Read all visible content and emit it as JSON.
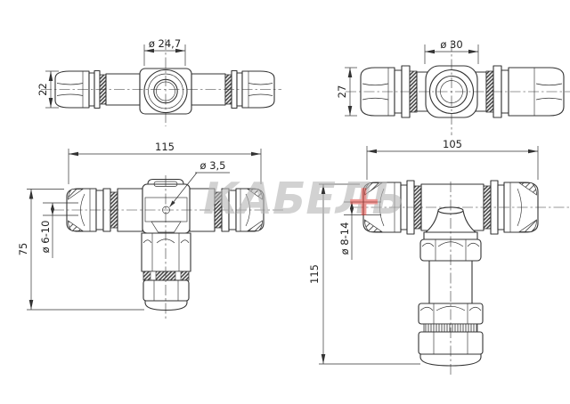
{
  "watermark": {
    "text": "КАБЕЛЬ",
    "plus": "+"
  },
  "colors": {
    "line": "#333333",
    "watermark_gray": "#bdbdbd",
    "watermark_red": "#e2453f",
    "background": "#ffffff"
  },
  "views": {
    "top_left": {
      "dims": {
        "diameter": "ø 24,7",
        "height": "22"
      }
    },
    "top_right": {
      "dims": {
        "diameter": "ø 30",
        "height": "27"
      }
    },
    "bottom_left": {
      "dims": {
        "length": "115",
        "hole": "ø 3,5",
        "cable": "ø 6-10",
        "height": "75"
      }
    },
    "bottom_right": {
      "dims": {
        "length": "105",
        "cable": "ø 8-14",
        "height": "115"
      }
    }
  }
}
